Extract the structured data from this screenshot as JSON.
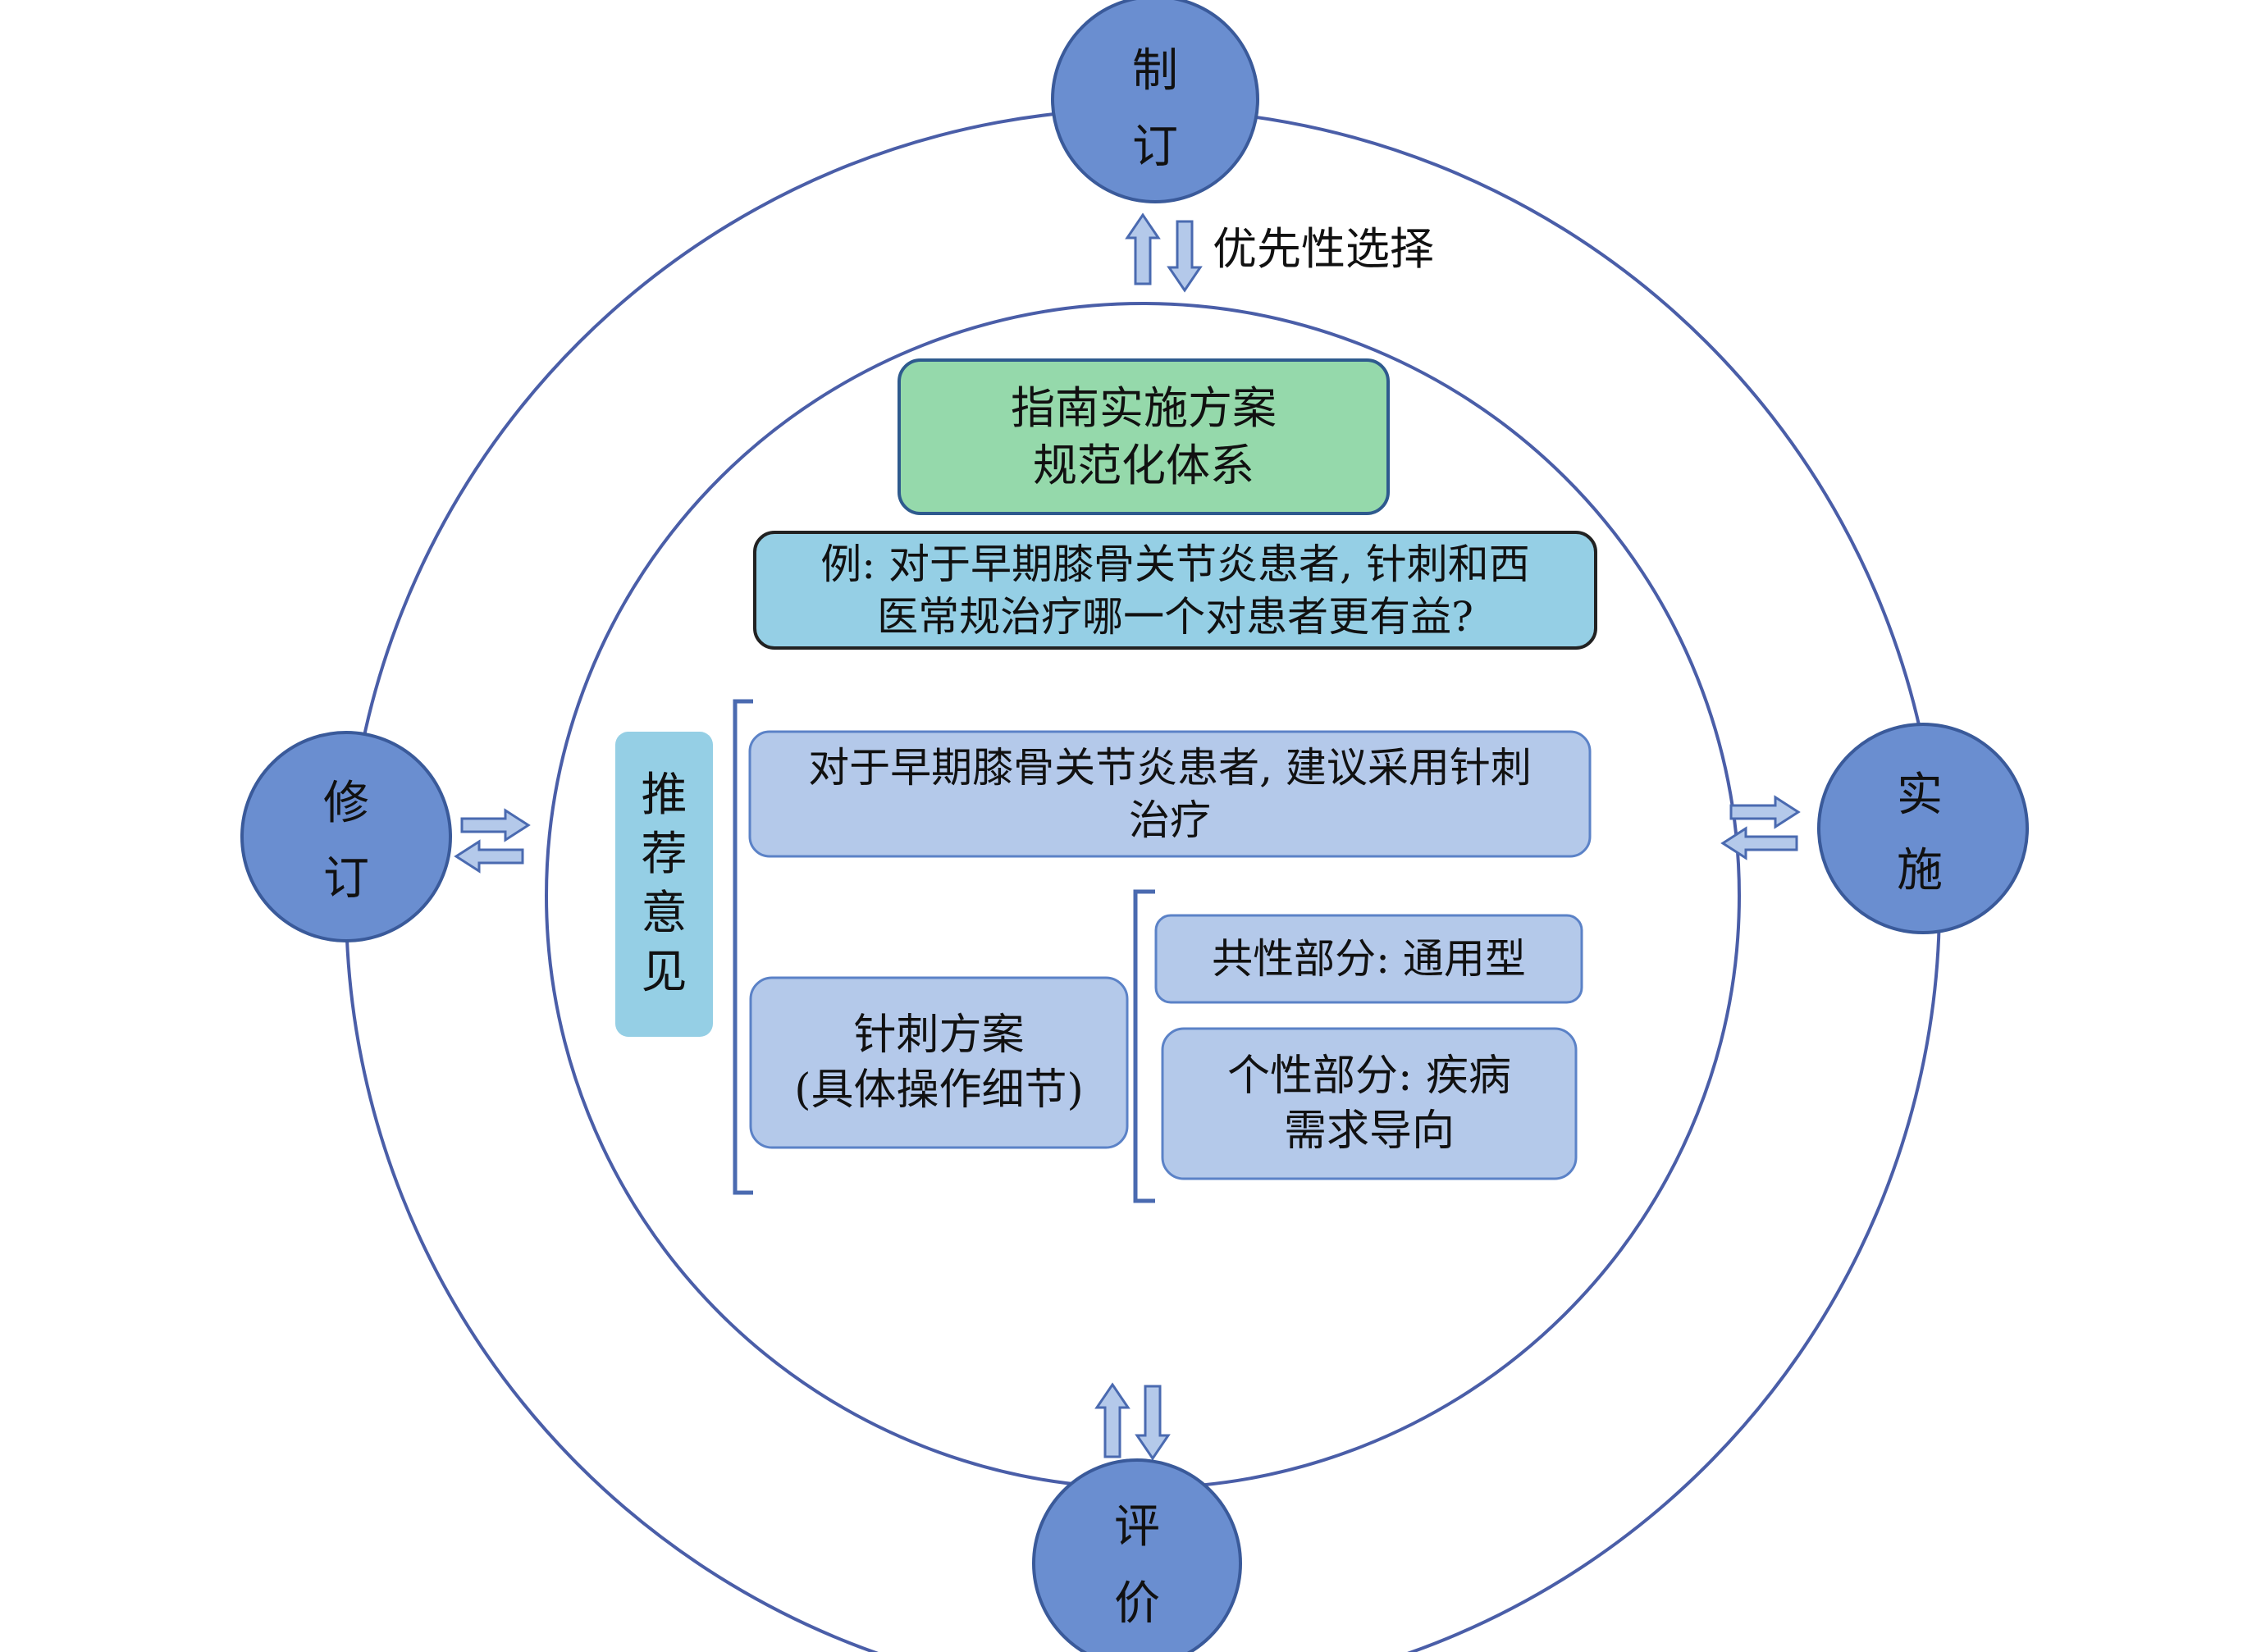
{
  "colors": {
    "node_fill": "#6a8ed0",
    "node_stroke": "#3a5a9a",
    "ring": "#4a5ea8",
    "green_box": "#95d9ab",
    "cyan_box": "#95cfe5",
    "blue_box": "#b4c9ea",
    "arrow_fill": "#b4c9ea",
    "arrow_stroke": "#4a6ab0"
  },
  "nodes": {
    "top": [
      "制",
      "订"
    ],
    "right": [
      "实",
      "施"
    ],
    "bottom": [
      "评",
      "价"
    ],
    "left": [
      "修",
      "订"
    ]
  },
  "labels": {
    "priority": "优先性选择"
  },
  "boxes": {
    "system": [
      "指南实施方案",
      "规范化体系"
    ],
    "example": [
      "例: 对于早期膝骨关节炎患者, 针刺和西",
      "医常规治疗哪一个对患者更有益?"
    ],
    "recommendation_label": [
      "推",
      "荐",
      "意",
      "见"
    ],
    "recommendation": [
      "对于早期膝骨关节炎患者, 建议采用针刺",
      "治疗"
    ],
    "plan": [
      "针刺方案",
      "(具体操作细节)"
    ],
    "common": "共性部分: 通用型",
    "individual": [
      "个性部分: 疾病",
      "需求导向"
    ]
  }
}
